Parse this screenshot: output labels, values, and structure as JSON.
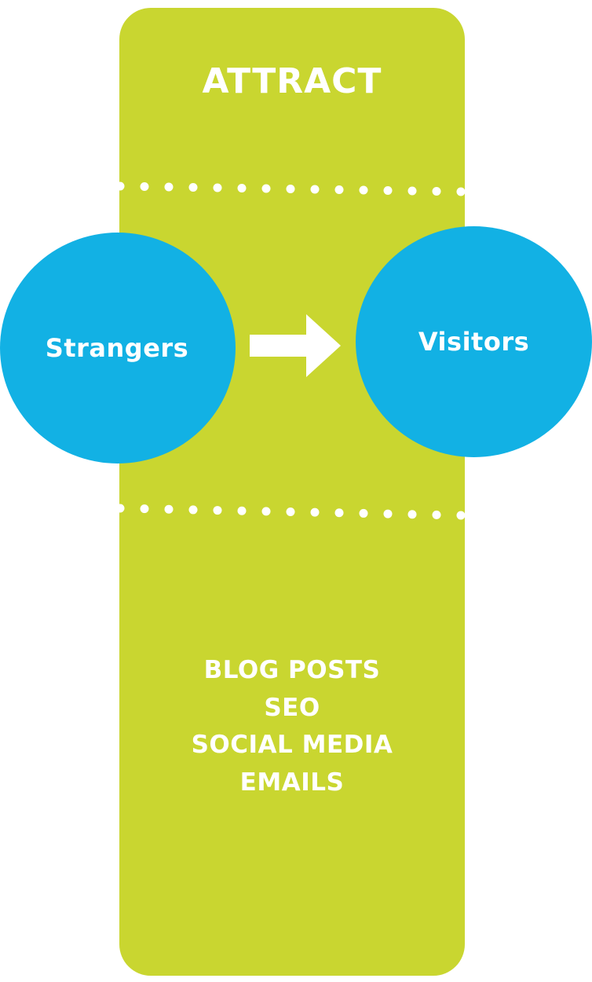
{
  "stage": {
    "title": "ATTRACT"
  },
  "flow": {
    "from": "Strangers",
    "to": "Visitors"
  },
  "tactics": [
    "BLOG POSTS",
    "SEO",
    "SOCIAL MEDIA",
    "EMAILS"
  ],
  "colors": {
    "column": "#c9d630",
    "circle": "#12b1e4",
    "text": "#ffffff",
    "arrow": "#ffffff",
    "dots": "#ffffff"
  },
  "icons": {
    "arrow": "arrow-right-icon"
  }
}
